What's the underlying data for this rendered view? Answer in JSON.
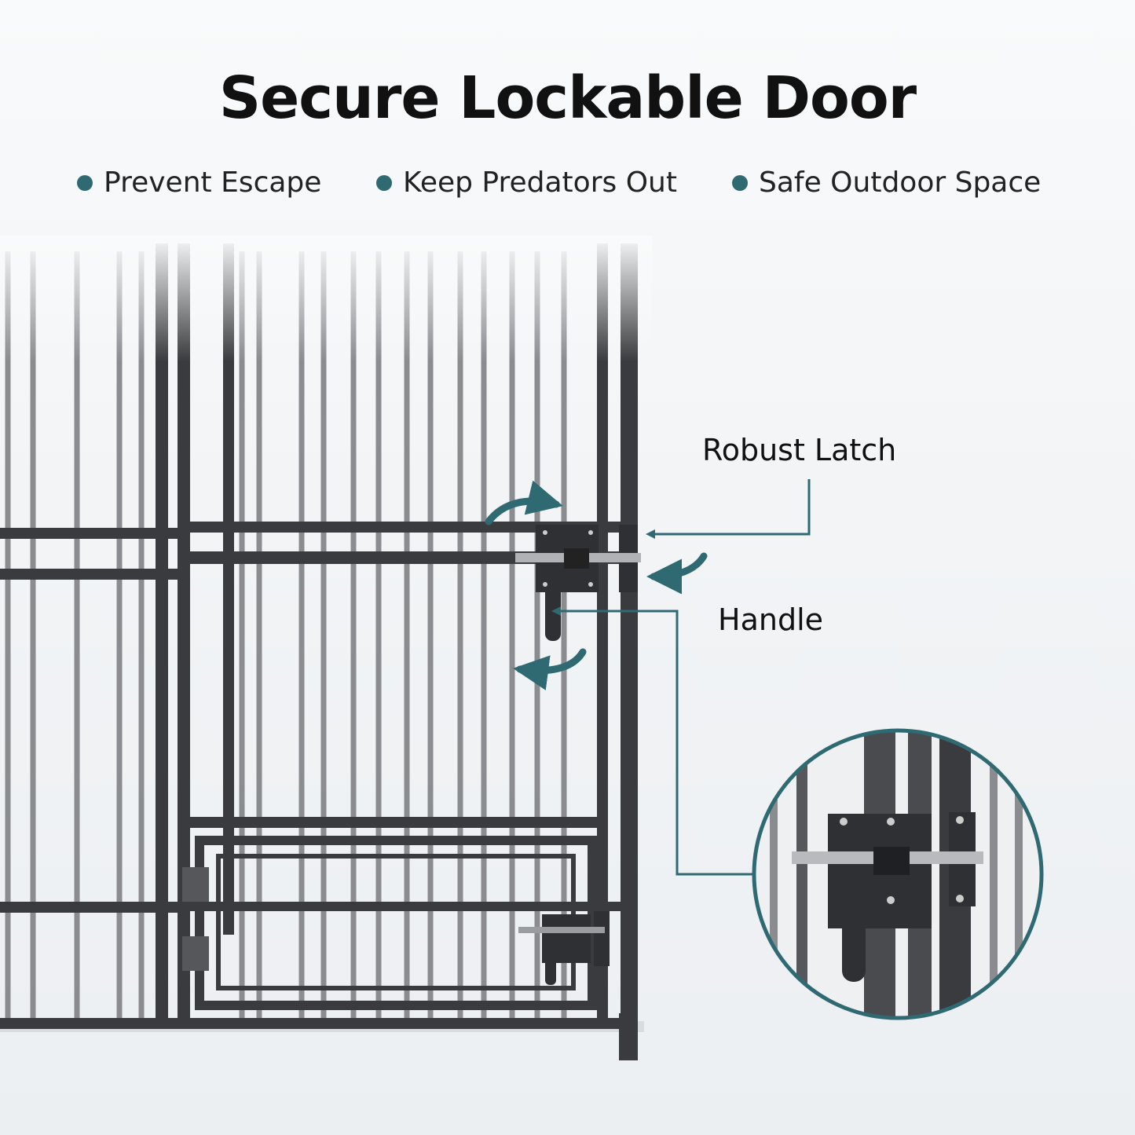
{
  "header": {
    "title": "Secure Lockable Door"
  },
  "features": [
    {
      "label": "Prevent Escape"
    },
    {
      "label": "Keep Predators Out"
    },
    {
      "label": "Safe Outdoor Space"
    }
  ],
  "callouts": {
    "latch": "Robust Latch",
    "handle": "Handle"
  },
  "colors": {
    "accent": "#2f6a72",
    "frame": "#3a3b3e",
    "bar": "#8a8c90",
    "background": "#f2f4f6"
  }
}
